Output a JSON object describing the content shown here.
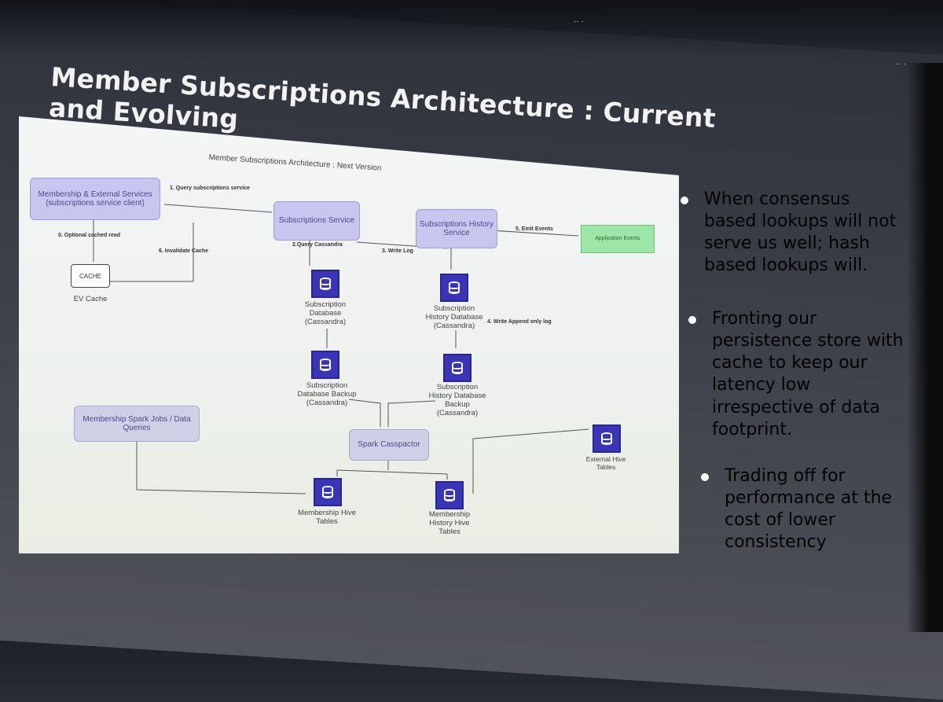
{
  "slide": {
    "title": "Member Subscriptions Architecture : Current and Evolving"
  },
  "diagram": {
    "title": "Member Subscriptions Architecture : Next Version",
    "nodes": {
      "membership": "Membership & External Services (subscriptions service client)",
      "cache": "CACHE",
      "ev_cache": "EV Cache",
      "subscriptions_service": "Subscriptions Service",
      "history_service": "Subscriptions History Service",
      "app_events": "Application Events",
      "sub_db": "Subscription Database (Cassandra)",
      "hist_db": "Subscription History Database (Cassandra)",
      "sub_backup": "Subscription Database Backup (Cassandra)",
      "hist_backup": "Subscription History Database Backup (Cassandra)",
      "spark_jobs": "Membership Spark Jobs / Data Queries",
      "casspactor": "Spark Casspactor",
      "external_hive": "External Hive Tables",
      "membership_hive": "Membership Hive Tables",
      "history_hive": "Membership History Hive Tables"
    },
    "edges": {
      "e1": "1. Query subscriptions service",
      "e0": "0. Optional cached read",
      "e6": "6. Invalidate Cache",
      "e2": "2.Query Cassandra",
      "e3": "3. Write Log",
      "e5": "5. Emit Events",
      "e4": "4. Write Append only log"
    }
  },
  "bullets": [
    "When consensus based lookups will not serve us well; hash based lookups will.",
    "Fronting our persistence store with cache to keep our latency low irrespective of data footprint.",
    "Trading off for performance at the cost of lower consistency"
  ],
  "colors": {
    "node_fill": "#c8c6ee",
    "db_fill": "#3a35b8",
    "event_fill": "#9ee6a8"
  }
}
